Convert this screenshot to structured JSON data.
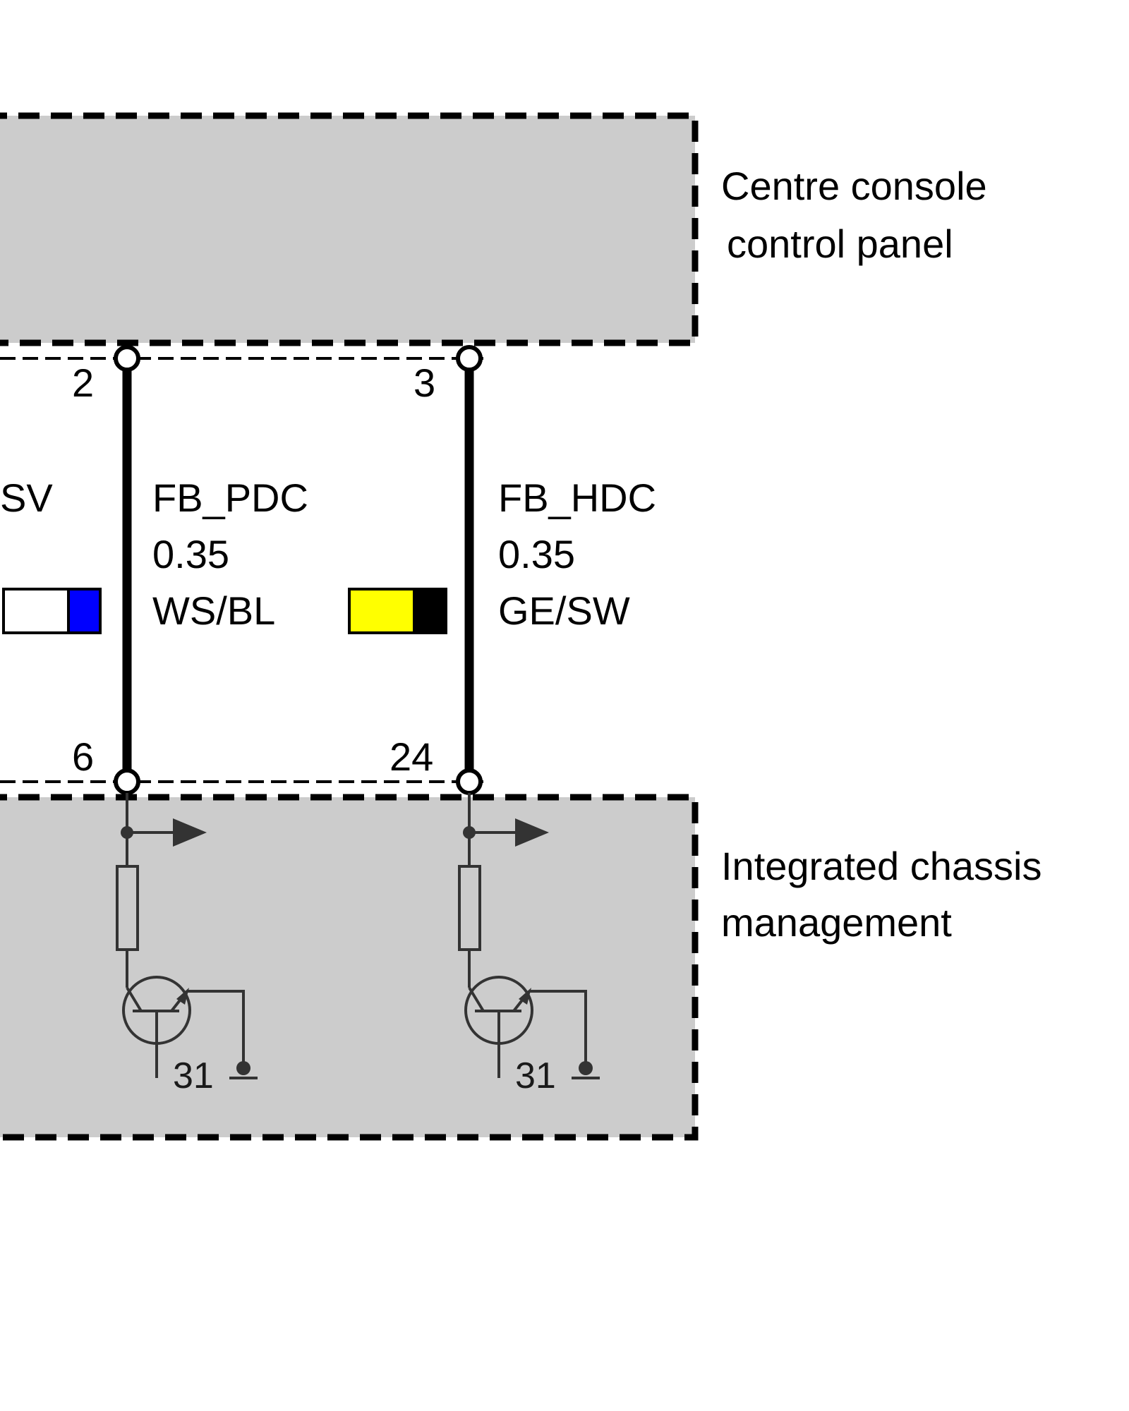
{
  "components": {
    "top": {
      "label_lines": [
        "Centre console",
        "control panel"
      ]
    },
    "bottom": {
      "label_lines": [
        "Integrated chassis",
        "management"
      ]
    }
  },
  "partial_wire_label": "SV",
  "wires": [
    {
      "signal": "FB_PDC",
      "cross_section": "0.35",
      "colour_code": "WS/BL",
      "pin_top": "2",
      "pin_bottom": "6",
      "colour_swatch": [
        "#ffffff",
        "#0000ff"
      ],
      "ground_label": "31"
    },
    {
      "signal": "FB_HDC",
      "cross_section": "0.35",
      "colour_code": "GE/SW",
      "pin_top": "3",
      "pin_bottom": "24",
      "colour_swatch": [
        "#ffff00",
        "#000000"
      ],
      "ground_label": "31"
    }
  ],
  "colors": {
    "module_fill": "#cccccc",
    "wire": "#000000",
    "circuit": "#333333",
    "partial_swatch_left": [
      "#ffffff",
      "#0000ff"
    ]
  }
}
